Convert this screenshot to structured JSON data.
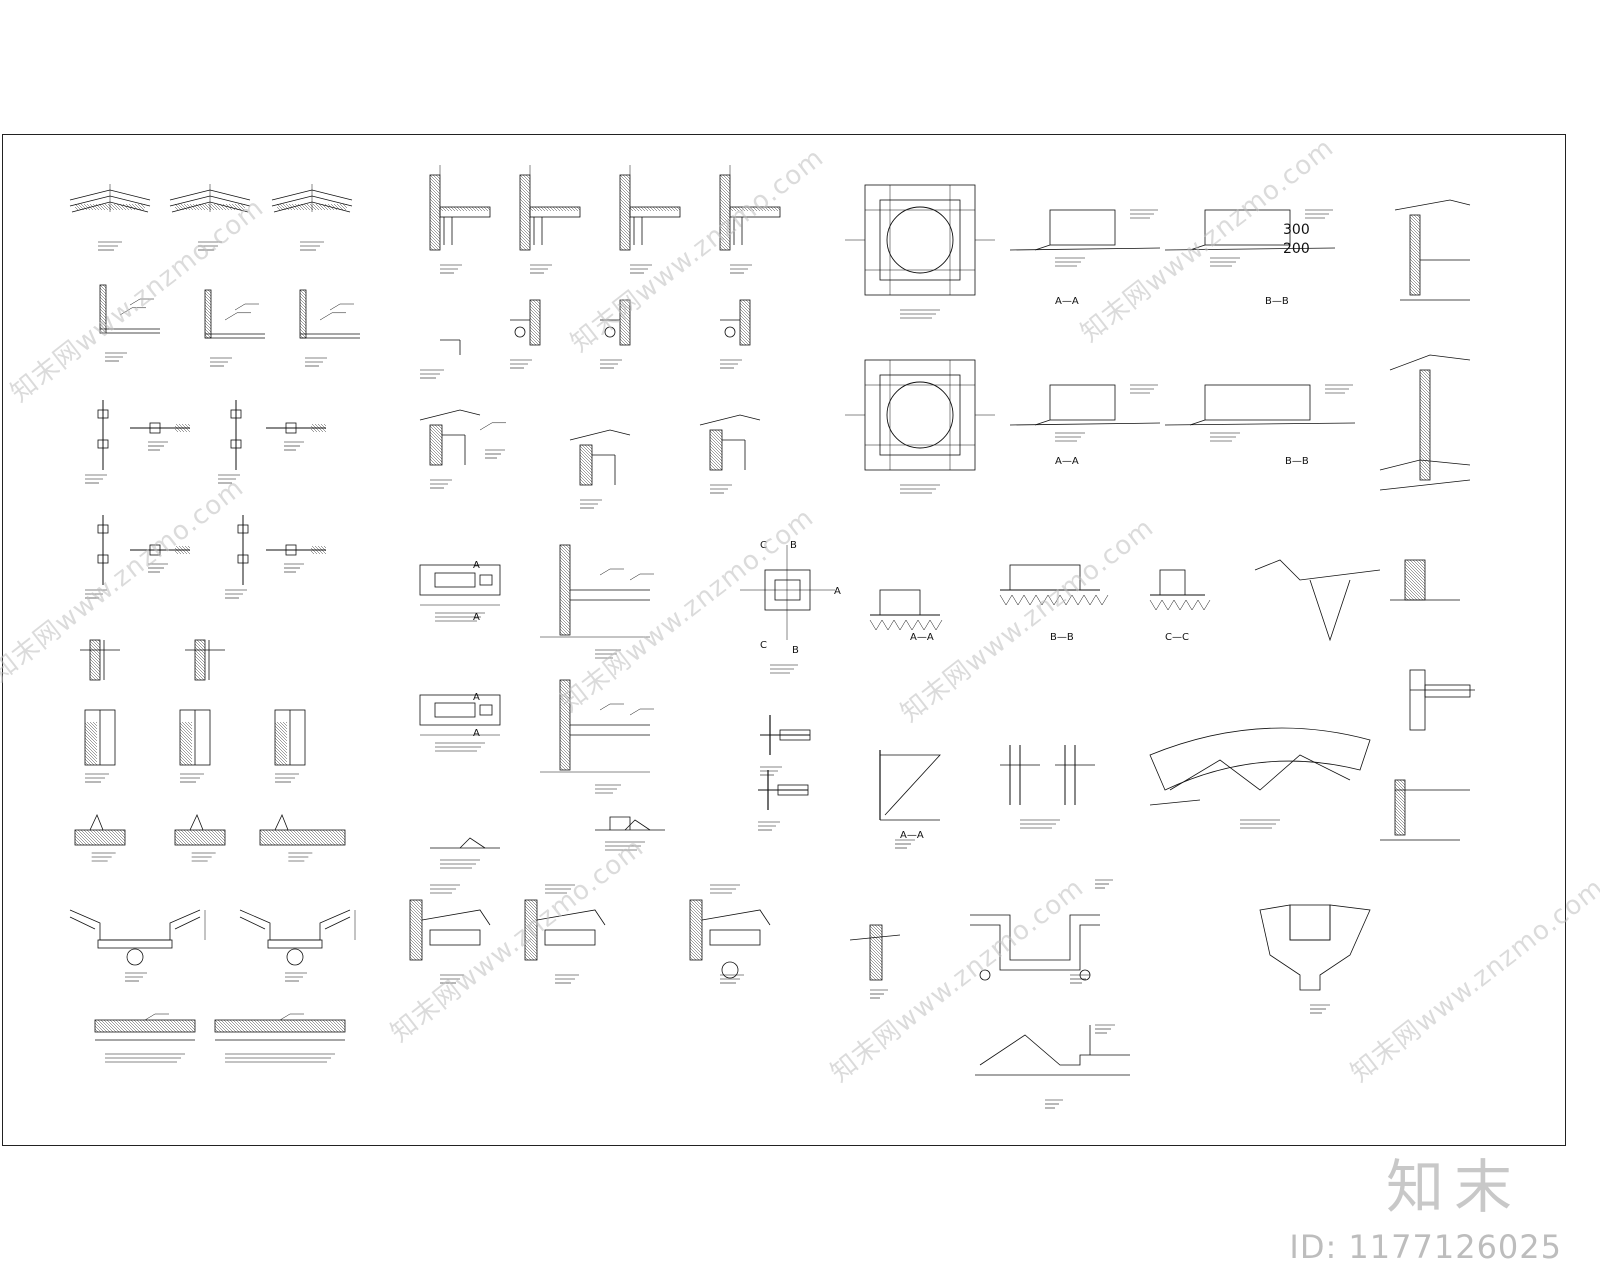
{
  "sheet": {
    "section_labels": [
      "A—A",
      "B—B",
      "A—A",
      "B—B",
      "A—A",
      "B—B",
      "C—C",
      "A—A",
      "B",
      "C",
      "B",
      "C",
      "A",
      "A",
      "A",
      "A",
      "A"
    ],
    "dims": [
      "300",
      "200"
    ]
  },
  "watermark": {
    "site_lines": [
      "知末网www.znzmo.com",
      "知末网www.znzmo.com",
      "知末网www.znzmo.com",
      "知末网www.znzmo.com",
      "知末网www.znzmo.com",
      "知末网www.znzmo.com",
      "知末网www.znzmo.com",
      "知末网www.znzmo.com",
      "知末网www.znzmo.com"
    ]
  },
  "brand": {
    "logo_text": "知末",
    "id_text": "ID: 1177126025"
  }
}
